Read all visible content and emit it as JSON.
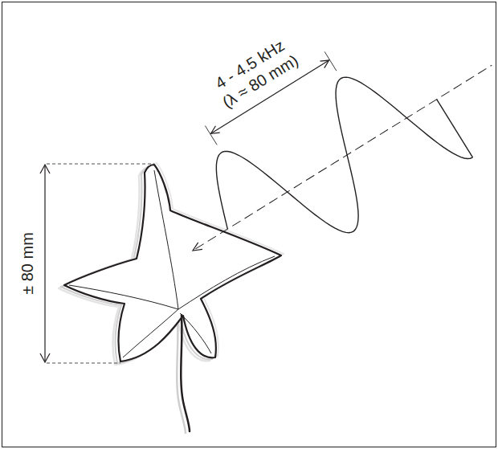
{
  "diagram": {
    "labels": [
      "± 80 mm",
      "4 - 4.5 kHz",
      "(λ ≈ 80 mm)"
    ]
  }
}
